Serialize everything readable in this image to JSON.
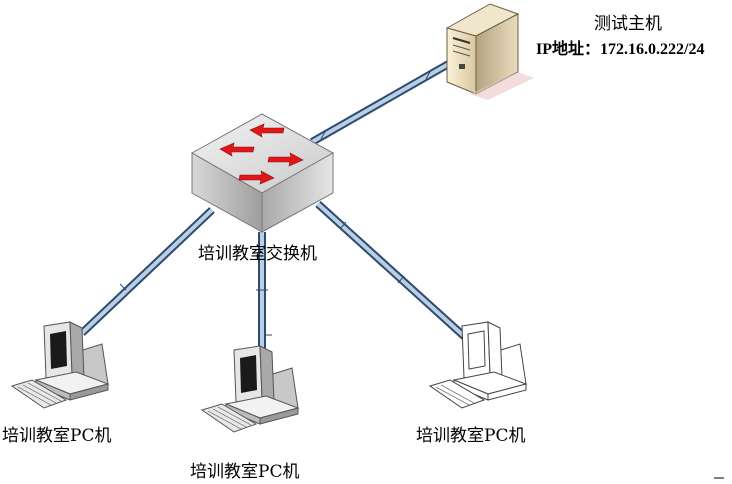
{
  "server": {
    "name": "测试主机",
    "ip_label": "IP地址：172.16.0.222/24"
  },
  "switch": {
    "label": "培训教室交换机"
  },
  "pcs": [
    {
      "label": "培训教室PC机"
    },
    {
      "label": "培训教室PC机"
    },
    {
      "label": "培训教室PC机"
    }
  ],
  "colors": {
    "link_outer": "#2e4a6e",
    "link_inner": "#b9cfe6",
    "arrow": "#e0161b",
    "switch_top": "#dcdcdc",
    "switch_front": "#bfbfbf",
    "device_body": "#d4d4d4"
  }
}
